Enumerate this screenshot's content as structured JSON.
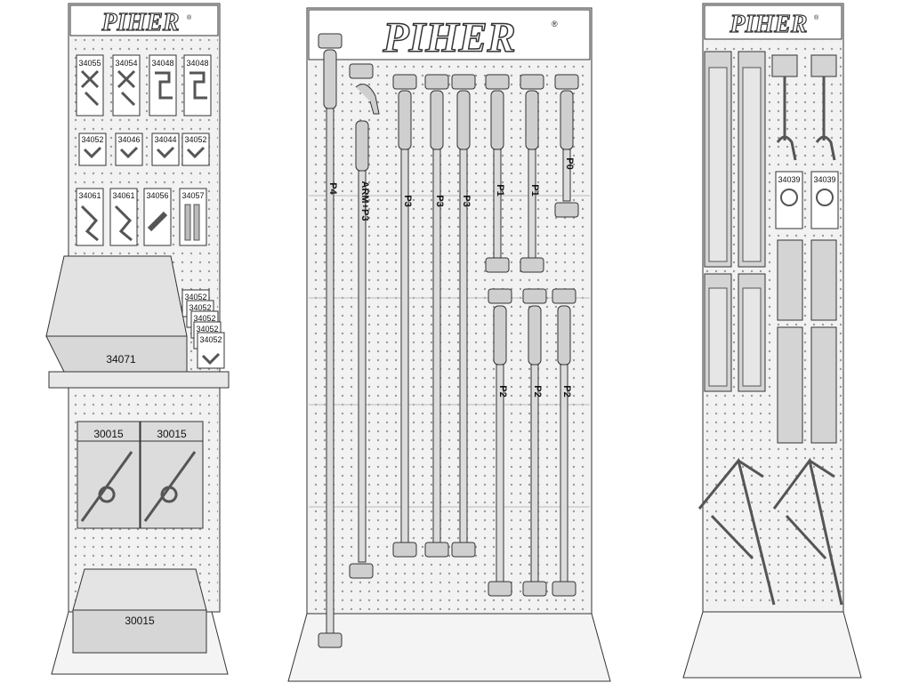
{
  "brand": {
    "logo_text": "PIHER",
    "registered_mark": "®"
  },
  "left_display": {
    "top_card_codes": [
      "34055",
      "34054",
      "34048",
      "34048"
    ],
    "middle_card_codes": [
      "34052",
      "34046",
      "34044",
      "34052"
    ],
    "lower_card_codes": [
      "34061",
      "34061",
      "34056",
      "34057"
    ],
    "stacked_card_codes": [
      "34052",
      "34052",
      "34052",
      "34052",
      "34052"
    ],
    "tray_label": "34071",
    "panel_labels": [
      "30015",
      "30015"
    ],
    "box_label": "30015"
  },
  "center_display": {
    "rod_labels": [
      "P4",
      "ARM+P3",
      "P3",
      "P3",
      "P3",
      "P1",
      "P1",
      "P0"
    ],
    "lower_rod_labels": [
      "P2",
      "P2",
      "P2"
    ]
  },
  "right_display": {
    "card_codes": [
      "34039",
      "34039"
    ]
  },
  "colors": {
    "line": "#333333",
    "panel_fill": "#f2f2f2",
    "part_fill": "#cfcfcf",
    "hole": "#9a9a9a"
  }
}
